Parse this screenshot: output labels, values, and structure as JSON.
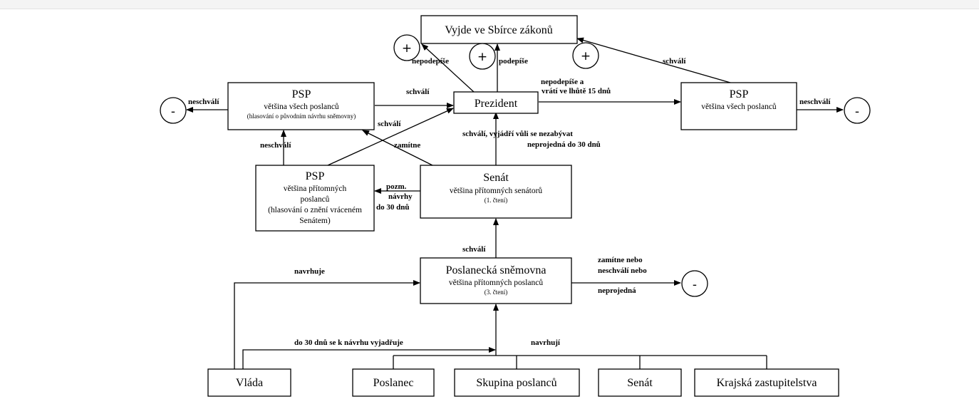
{
  "boxes": {
    "sbirka": {
      "title": "Vyjde ve Sbírce zákonů"
    },
    "psp_left": {
      "title": "PSP",
      "line1": "většina všech poslanců",
      "line2": "(hlasování o původním návrhu sněmovny)"
    },
    "prezident": {
      "title": "Prezident"
    },
    "psp_right": {
      "title": "PSP",
      "line1": "většina všech poslanců"
    },
    "psp_mid": {
      "title": "PSP",
      "line1": "většina přítomných",
      "line2": "poslanců",
      "line3": "(hlasování o znění vráceném",
      "line4": "Senátem)"
    },
    "senat": {
      "title": "Senát",
      "line1": "většina přítomných senátorů",
      "line2": "(1. čtení)"
    },
    "snemovna": {
      "title": "Poslanecká sněmovna",
      "line1": "většina přítomných poslanců",
      "line2": "(3. čtení)"
    },
    "vlada": {
      "title": "Vláda"
    },
    "poslanec": {
      "title": "Poslanec"
    },
    "skupina": {
      "title": "Skupina poslanců"
    },
    "senat_bottom": {
      "title": "Senát"
    },
    "kraje": {
      "title": "Krajská zastupitelstva"
    }
  },
  "symbols": {
    "plus": "+",
    "minus": "-"
  },
  "labels": {
    "nepodepise": "nepodepíše",
    "podepise": "podepíše",
    "schvali_top_right": "schválí",
    "nepodepise_vrati_1": "nepodepíše a",
    "nepodepise_vrati_2": "vrátí ve lhůtě 15 dnů",
    "neschvali_left": "neschválí",
    "schvali_psp_prez": "schválí",
    "schvali_diag": "schválí",
    "zamitne": "zamítne",
    "neschvali_right": "neschválí",
    "neschvali_mid": "neschválí",
    "schvali_senat_1": "schválí, vyjádří vůli se nezabývat",
    "schvali_senat_2": "neprojedná do 30 dnů",
    "pozm_1": "pozm.",
    "pozm_2": "návrhy",
    "pozm_3": "do 30 dnů",
    "schvali_snem": "schválí",
    "navrhuje": "navrhuje",
    "zamitne_1": "zamítne nebo",
    "zamitne_2": "neschválí nebo",
    "zamitne_3": "neprojedná",
    "do30": "do 30 dnů se k návrhu vyjadřuje",
    "navrhuji": "navrhují"
  }
}
